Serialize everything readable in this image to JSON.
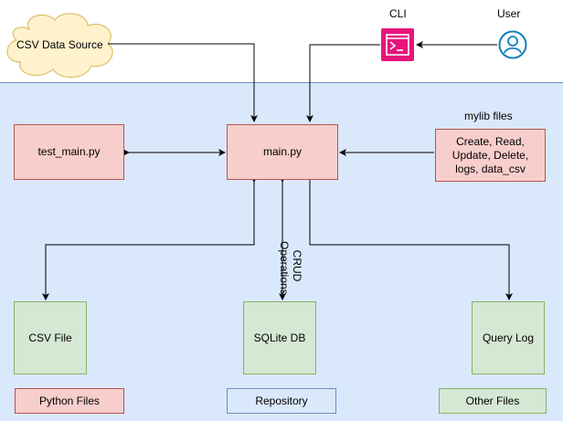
{
  "nodes": {
    "csv_source": "CSV Data Source",
    "cli": "CLI",
    "user": "User",
    "mylib_title": "mylib files",
    "mylib_box": "Create, Read, Update, Delete, logs, data_csv",
    "test_main": "test_main.py",
    "main": "main.py",
    "csv_file": "CSV File",
    "sqlite": "SQLite DB",
    "query_log": "Query Log",
    "crud_label": "CRUD Operations"
  },
  "legend": {
    "python_files": "Python Files",
    "repository": "Repository",
    "other_files": "Other Files"
  },
  "colors": {
    "python": "#f8cecc",
    "repository": "#dae8fc",
    "other": "#d5e8d4",
    "cloud": "#fff2cc",
    "cli_icon": "#e7157b",
    "user_icon": "#147eba"
  },
  "icons": {
    "cli": "terminal-icon",
    "user": "user-icon"
  }
}
